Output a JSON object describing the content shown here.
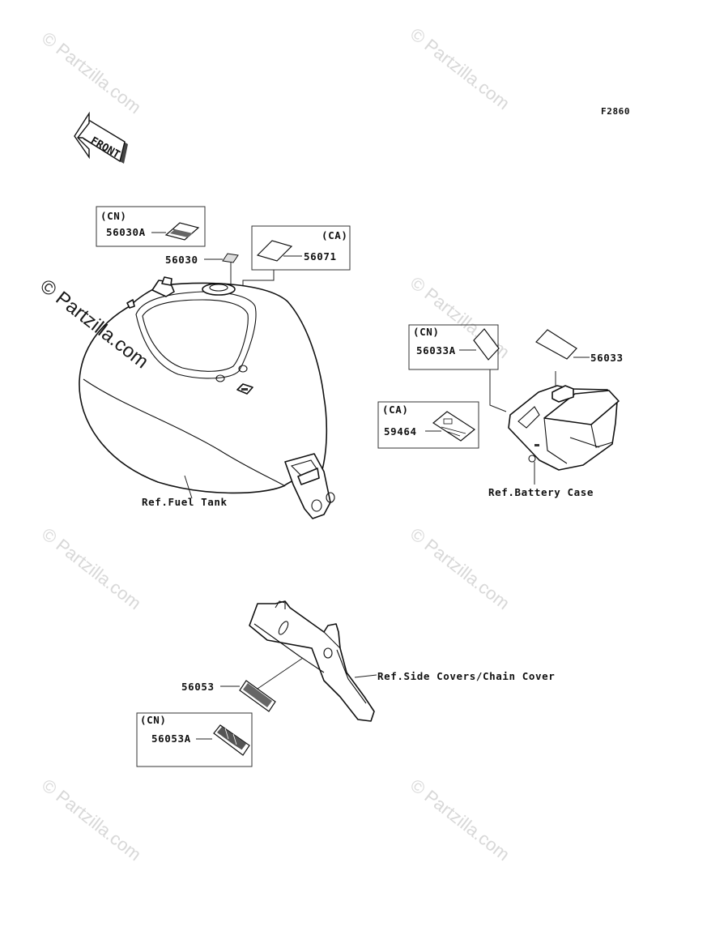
{
  "figure_code": "F2860",
  "front_label": "FRONT",
  "watermark": "© Partzilla.com",
  "fuel_tank": {
    "ref_label": "Ref.Fuel Tank",
    "cn_tag": "(CN)",
    "cn_part": "56030A",
    "part": "56030",
    "ca_tag": "(CA)",
    "ca_part": "56071"
  },
  "battery_case": {
    "ref_label": "Ref.Battery Case",
    "cn_tag": "(CN)",
    "cn_part": "56033A",
    "part": "56033",
    "ca_tag": "(CA)",
    "ca_part": "59464"
  },
  "side_cover": {
    "ref_label": "Ref.Side Covers/Chain Cover",
    "part": "56053",
    "cn_tag": "(CN)",
    "cn_part": "56053A"
  }
}
